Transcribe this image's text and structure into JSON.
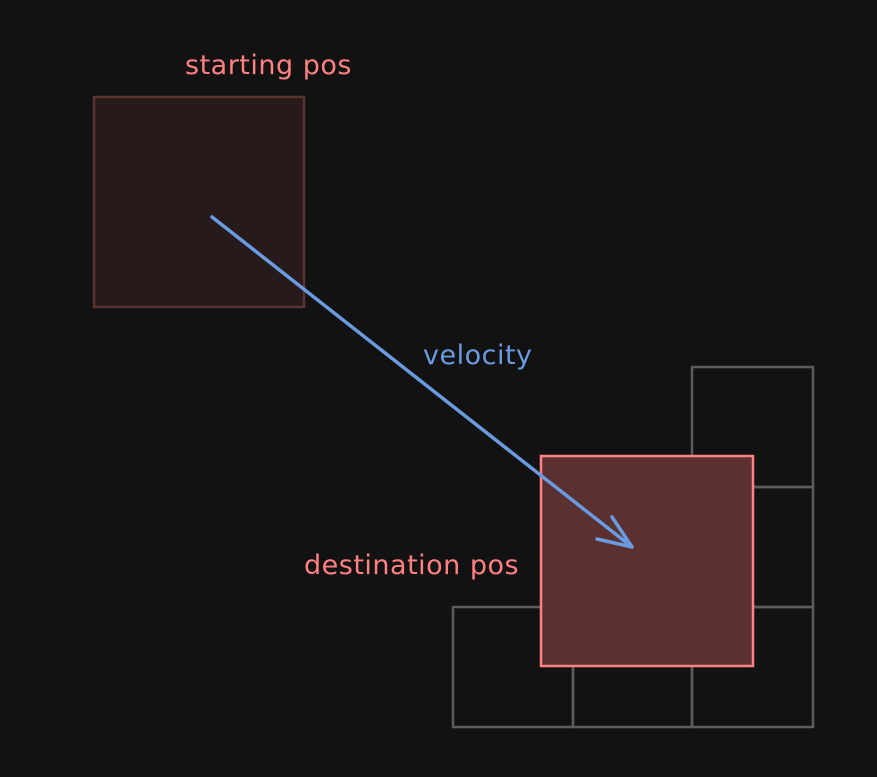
{
  "labels": {
    "starting": "starting pos",
    "destination": "destination pos",
    "velocity": "velocity"
  },
  "colors": {
    "background": "#121212",
    "start_fill": "#261a1a",
    "start_stroke": "#5a3332",
    "dest_fill": "#5a3030",
    "dest_stroke": "#ff8181",
    "label_red": "#ff8080",
    "velocity": "#6a9be0",
    "grid_stroke": "#5c5c5c"
  }
}
